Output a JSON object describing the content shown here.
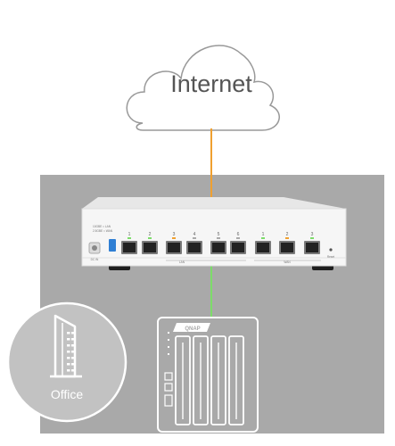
{
  "cloud": {
    "label": "Internet"
  },
  "office": {
    "label": "Office"
  },
  "switch": {
    "legend_line1": "10GBE = LAN",
    "legend_line2": "2.5GBE = WAN",
    "dc_in": "DC IN",
    "reset": "Reset",
    "lan_group": "LAN",
    "wan_group": "WAN",
    "lan_ports": [
      "1",
      "2",
      "3",
      "4",
      "5",
      "6"
    ],
    "wan_ports": [
      "1",
      "2",
      "3"
    ]
  },
  "nas": {
    "brand": "QNAP"
  },
  "colors": {
    "internet_link": "#f0a030",
    "lan_link": "#7ddc6a",
    "backdrop": "#a9a9a9",
    "office_circle": "#c2c2c2",
    "usb_port": "#2f7fd4"
  }
}
